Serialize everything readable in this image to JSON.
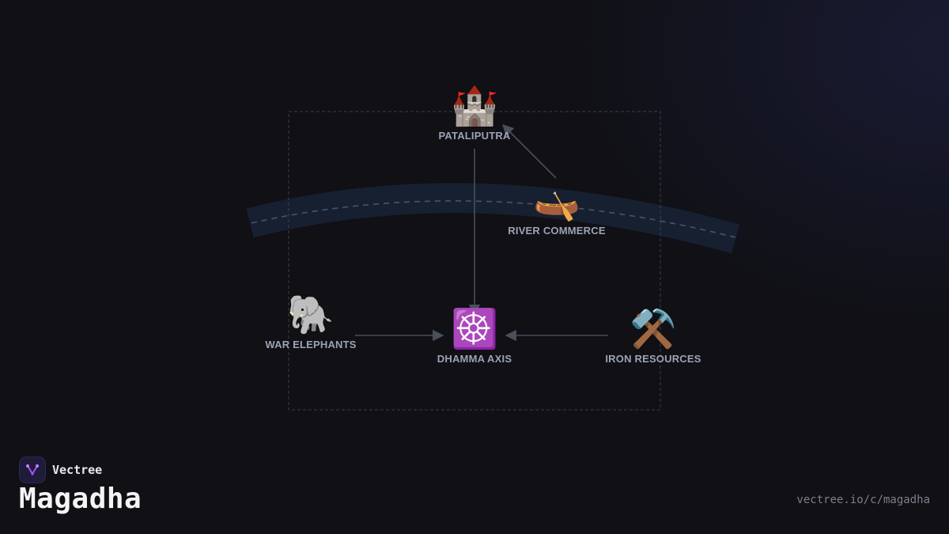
{
  "diagram": {
    "nodes": [
      {
        "id": "pataliputra",
        "label": "PATALIPUTRA",
        "icon": "🏰",
        "icon_name": "castle-icon"
      },
      {
        "id": "river-commerce",
        "label": "RIVER COMMERCE",
        "icon": "🛶",
        "icon_name": "canoe-icon"
      },
      {
        "id": "war-elephants",
        "label": "WAR ELEPHANTS",
        "icon": "🐘",
        "icon_name": "elephant-icon"
      },
      {
        "id": "dhamma-axis",
        "label": "DHAMMA AXIS",
        "icon": "☸️",
        "icon_name": "dharma-wheel-icon"
      },
      {
        "id": "iron-resources",
        "label": "IRON RESOURCES",
        "icon": "⚒️",
        "icon_name": "hammer-pick-icon"
      }
    ],
    "edges": [
      {
        "from": "river-commerce",
        "to": "pataliputra"
      },
      {
        "from": "pataliputra",
        "to": "dhamma-axis"
      },
      {
        "from": "war-elephants",
        "to": "dhamma-axis"
      },
      {
        "from": "iron-resources",
        "to": "dhamma-axis"
      }
    ]
  },
  "brand": {
    "name": "Vectree"
  },
  "page": {
    "title": "Magadha",
    "url": "vectree.io/c/magadha"
  },
  "colors": {
    "background": "#101015",
    "edge": "#4a4f5c",
    "label": "#9ca3b4",
    "river": "#172030",
    "logo_accent": "#a855f7"
  }
}
